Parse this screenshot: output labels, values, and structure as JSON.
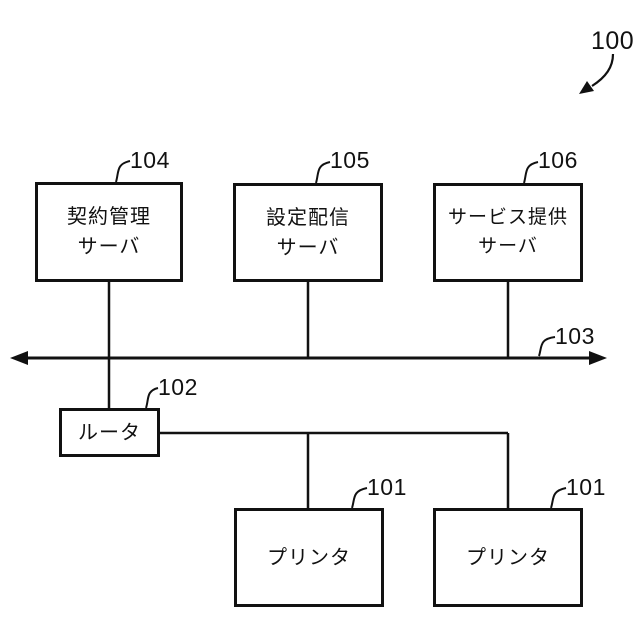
{
  "diagram": {
    "type": "network-topology-figure",
    "system_ref": "100",
    "colors": {
      "line": "#111111",
      "text": "#111111",
      "background": "#ffffff"
    },
    "bus": {
      "ref": "103",
      "style": "double-headed-arrow"
    },
    "boxes": {
      "contract_server": {
        "ref": "104",
        "lines": [
          "契約管理",
          "サーバ"
        ]
      },
      "config_server": {
        "ref": "105",
        "lines": [
          "設定配信",
          "サーバ"
        ]
      },
      "service_server": {
        "ref": "106",
        "lines": [
          "サービス提供",
          "サーバ"
        ]
      },
      "router": {
        "ref": "102",
        "lines": [
          "ルータ"
        ]
      },
      "printer_left": {
        "ref": "101",
        "lines": [
          "プリンタ"
        ]
      },
      "printer_right": {
        "ref": "101",
        "lines": [
          "プリンタ"
        ]
      }
    },
    "connections": [
      "contract_server - bus103",
      "config_server - bus103",
      "service_server - bus103",
      "bus103 - router",
      "router - printer_left",
      "router - printer_right"
    ]
  }
}
